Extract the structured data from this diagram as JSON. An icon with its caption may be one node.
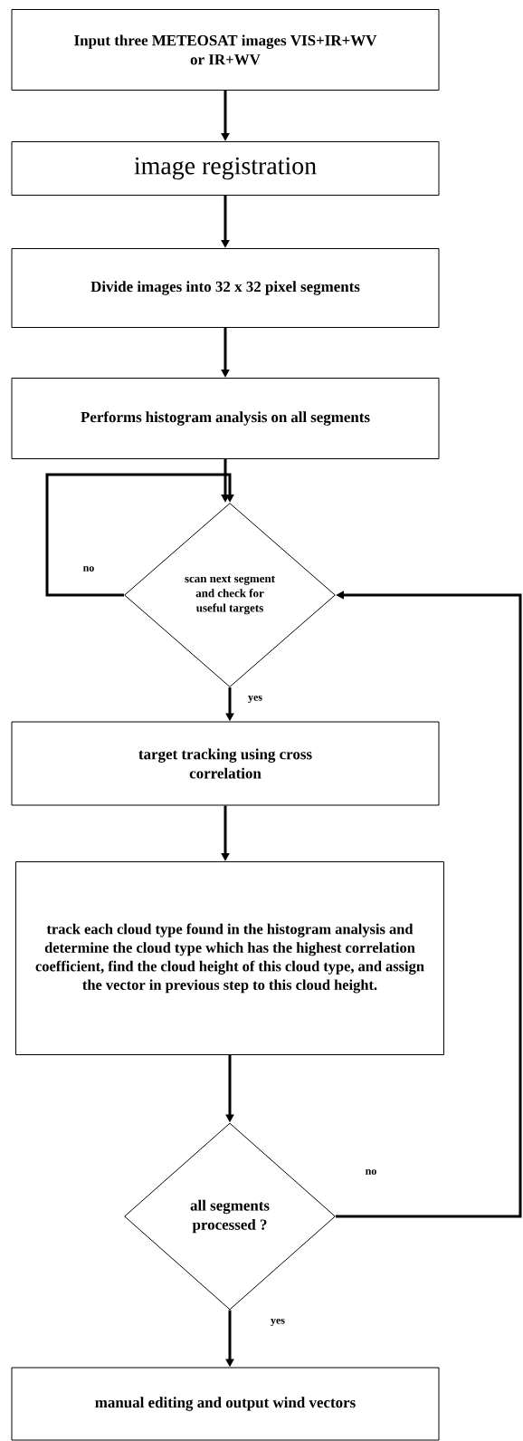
{
  "diagram": {
    "nodes": [
      {
        "text": [
          "Input three METEOSAT images VIS+IR+WV or IR+WV"
        ]
      },
      {
        "text": [
          "image registration"
        ]
      },
      {
        "text": [
          "Divide images into 32 x 32 pixel segments"
        ]
      },
      {
        "text": [
          "Performs histogram analysis on all segments"
        ]
      },
      {
        "text": [
          "scan next segment and check for useful targets"
        ]
      },
      {
        "text": [
          "target tracking using cross correlation"
        ]
      },
      {
        "text": [
          "track each cloud type found in the histogram analysis and determine the cloud type which has the highest correlation coefficient, find the cloud height of this cloud type, and assign the vector in previous step to this cloud height."
        ]
      },
      {
        "text": [
          "all segments processed ?"
        ]
      },
      {
        "text": [
          "manual editing and output wind vectors"
        ]
      }
    ],
    "edges": [
      {
        "from": 0,
        "to": 1,
        "arrow": "to"
      },
      {
        "from": 1,
        "to": 2,
        "arrow": "to"
      },
      {
        "from": 2,
        "to": 3,
        "arrow": "to"
      },
      {
        "from": 3,
        "to": 4,
        "arrow": "to"
      },
      {
        "from": 4,
        "to": 4,
        "arrow": "to",
        "label": "no"
      },
      {
        "from": 4,
        "to": 5,
        "arrow": "to",
        "label": "yes"
      },
      {
        "from": 5,
        "to": 6,
        "arrow": "to"
      },
      {
        "from": 6,
        "to": 7,
        "arrow": "to"
      },
      {
        "from": 7,
        "to": 8,
        "arrow": "to",
        "label": "yes"
      },
      {
        "from": 7,
        "to": 4,
        "arrow": "to",
        "label": "no"
      }
    ]
  }
}
